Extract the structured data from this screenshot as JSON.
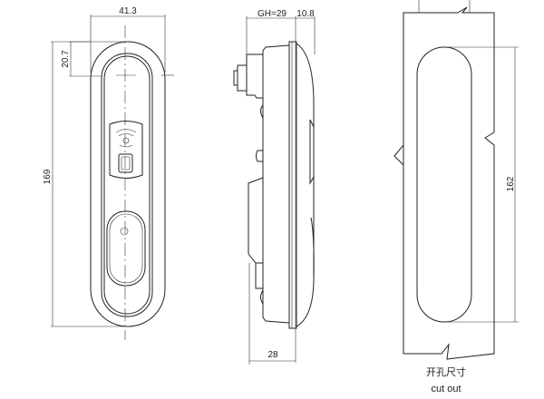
{
  "front_view": {
    "width_dim": "41.3",
    "top_radius_dim": "20.7",
    "height_dim": "169"
  },
  "side_view": {
    "gh_dim": "GH=29",
    "flange_dim": "10.8",
    "depth_dim": "28"
  },
  "cutout_view": {
    "height_dim": "162",
    "label_cn": "开孔尺寸",
    "label_en": "cut out"
  }
}
